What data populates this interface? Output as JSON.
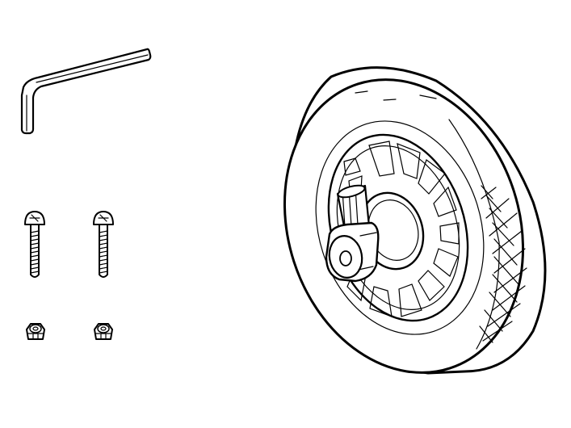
{
  "figure": {
    "parts": [
      {
        "name": "hex-key",
        "count": 1
      },
      {
        "name": "screw",
        "count": 2
      },
      {
        "name": "lock-nut",
        "count": 2
      },
      {
        "name": "wheel",
        "count": 1
      }
    ],
    "colors": {
      "ink": "#000000",
      "background": "#ffffff"
    }
  }
}
